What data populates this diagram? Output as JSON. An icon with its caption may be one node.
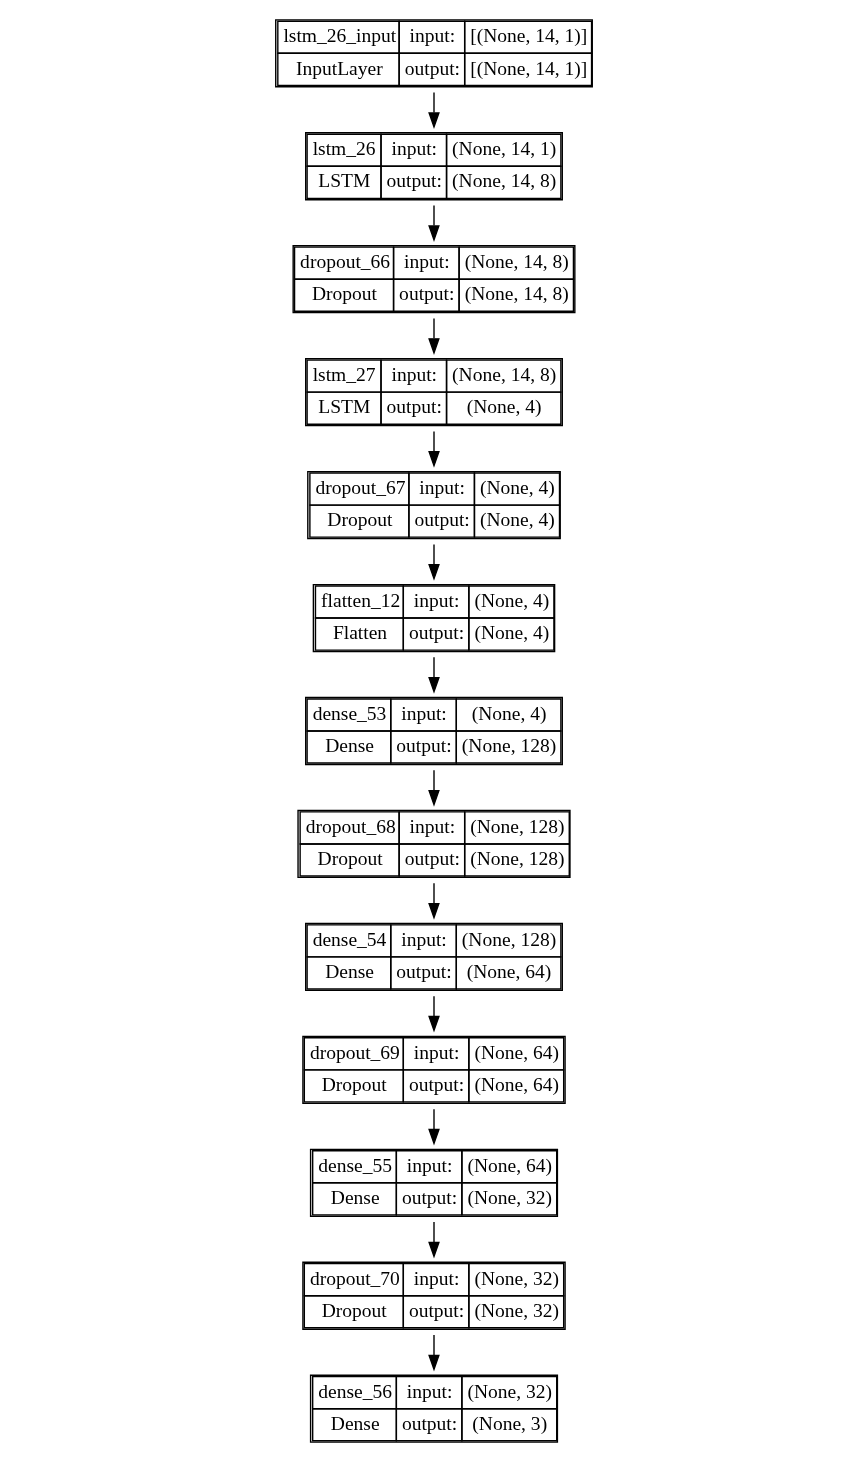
{
  "diagram": {
    "nodes": [
      {
        "text": [
          "lstm_26_input",
          "input:",
          "[(None, 14, 1)]",
          "InputLayer",
          "output:",
          "[(None, 14, 1)]"
        ]
      },
      {
        "text": [
          "lstm_26",
          "input:",
          "(None, 14, 1)",
          "LSTM",
          "output:",
          "(None, 14, 8)"
        ]
      },
      {
        "text": [
          "dropout_66",
          "input:",
          "(None, 14, 8)",
          "Dropout",
          "output:",
          "(None, 14, 8)"
        ]
      },
      {
        "text": [
          "lstm_27",
          "input:",
          "(None, 14, 8)",
          "LSTM",
          "output:",
          "(None, 4)"
        ]
      },
      {
        "text": [
          "dropout_67",
          "input:",
          "(None, 4)",
          "Dropout",
          "output:",
          "(None, 4)"
        ]
      },
      {
        "text": [
          "flatten_12",
          "input:",
          "(None, 4)",
          "Flatten",
          "output:",
          "(None, 4)"
        ]
      },
      {
        "text": [
          "dense_53",
          "input:",
          "(None, 4)",
          "Dense",
          "output:",
          "(None, 128)"
        ]
      },
      {
        "text": [
          "dropout_68",
          "input:",
          "(None, 128)",
          "Dropout",
          "output:",
          "(None, 128)"
        ]
      },
      {
        "text": [
          "dense_54",
          "input:",
          "(None, 128)",
          "Dense",
          "output:",
          "(None, 64)"
        ]
      },
      {
        "text": [
          "dropout_69",
          "input:",
          "(None, 64)",
          "Dropout",
          "output:",
          "(None, 64)"
        ]
      },
      {
        "text": [
          "dense_55",
          "input:",
          "(None, 64)",
          "Dense",
          "output:",
          "(None, 32)"
        ]
      },
      {
        "text": [
          "dropout_70",
          "input:",
          "(None, 32)",
          "Dropout",
          "output:",
          "(None, 32)"
        ]
      },
      {
        "text": [
          "dense_56",
          "input:",
          "(None, 32)",
          "Dense",
          "output:",
          "(None, 3)"
        ]
      }
    ],
    "edges": [
      {
        "from": 0,
        "to": 1,
        "arrow": "to"
      },
      {
        "from": 1,
        "to": 2,
        "arrow": "to"
      },
      {
        "from": 2,
        "to": 3,
        "arrow": "to"
      },
      {
        "from": 3,
        "to": 4,
        "arrow": "to"
      },
      {
        "from": 4,
        "to": 5,
        "arrow": "to"
      },
      {
        "from": 5,
        "to": 6,
        "arrow": "to"
      },
      {
        "from": 6,
        "to": 7,
        "arrow": "to"
      },
      {
        "from": 7,
        "to": 8,
        "arrow": "to"
      },
      {
        "from": 8,
        "to": 9,
        "arrow": "to"
      },
      {
        "from": 9,
        "to": 10,
        "arrow": "to"
      },
      {
        "from": 10,
        "to": 11,
        "arrow": "to"
      },
      {
        "from": 11,
        "to": 12,
        "arrow": "to"
      }
    ]
  }
}
